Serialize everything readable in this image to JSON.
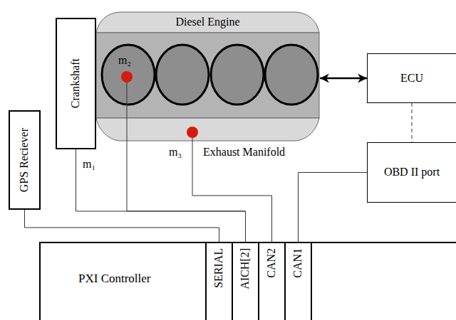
{
  "diagram": {
    "nodes": [
      {
        "text": [
          "GPS Reciever"
        ]
      },
      {
        "text": [
          "Crankshaft"
        ]
      },
      {
        "text": [
          "Diesel Engine"
        ]
      },
      {
        "text": [
          "ECU"
        ]
      },
      {
        "text": [
          "OBD II port"
        ]
      },
      {
        "text": [
          "PXI Controller"
        ]
      },
      {
        "text": [
          "SERIAL"
        ],
        "in": 5
      },
      {
        "text": [
          "AICH[2]"
        ],
        "in": 5
      },
      {
        "text": [
          "CAN2"
        ],
        "in": 5
      },
      {
        "text": [
          "CAN1"
        ],
        "in": 5
      }
    ],
    "edges": [
      {
        "from": 0,
        "to": 6,
        "arrow": "none"
      },
      {
        "from": 1,
        "to": 7,
        "arrow": "none"
      },
      {
        "from": 2,
        "to": 7,
        "arrow": "none"
      },
      {
        "from": 2,
        "to": 8,
        "arrow": "none"
      },
      {
        "from": 2,
        "to": 3,
        "arrow": "both"
      },
      {
        "from": 3,
        "to": 4,
        "arrow": "none"
      },
      {
        "from": 4,
        "to": 9,
        "arrow": "none"
      }
    ],
    "labels": [
      "m₁",
      "m₂",
      "m₃",
      "Exhaust Manifold"
    ]
  }
}
